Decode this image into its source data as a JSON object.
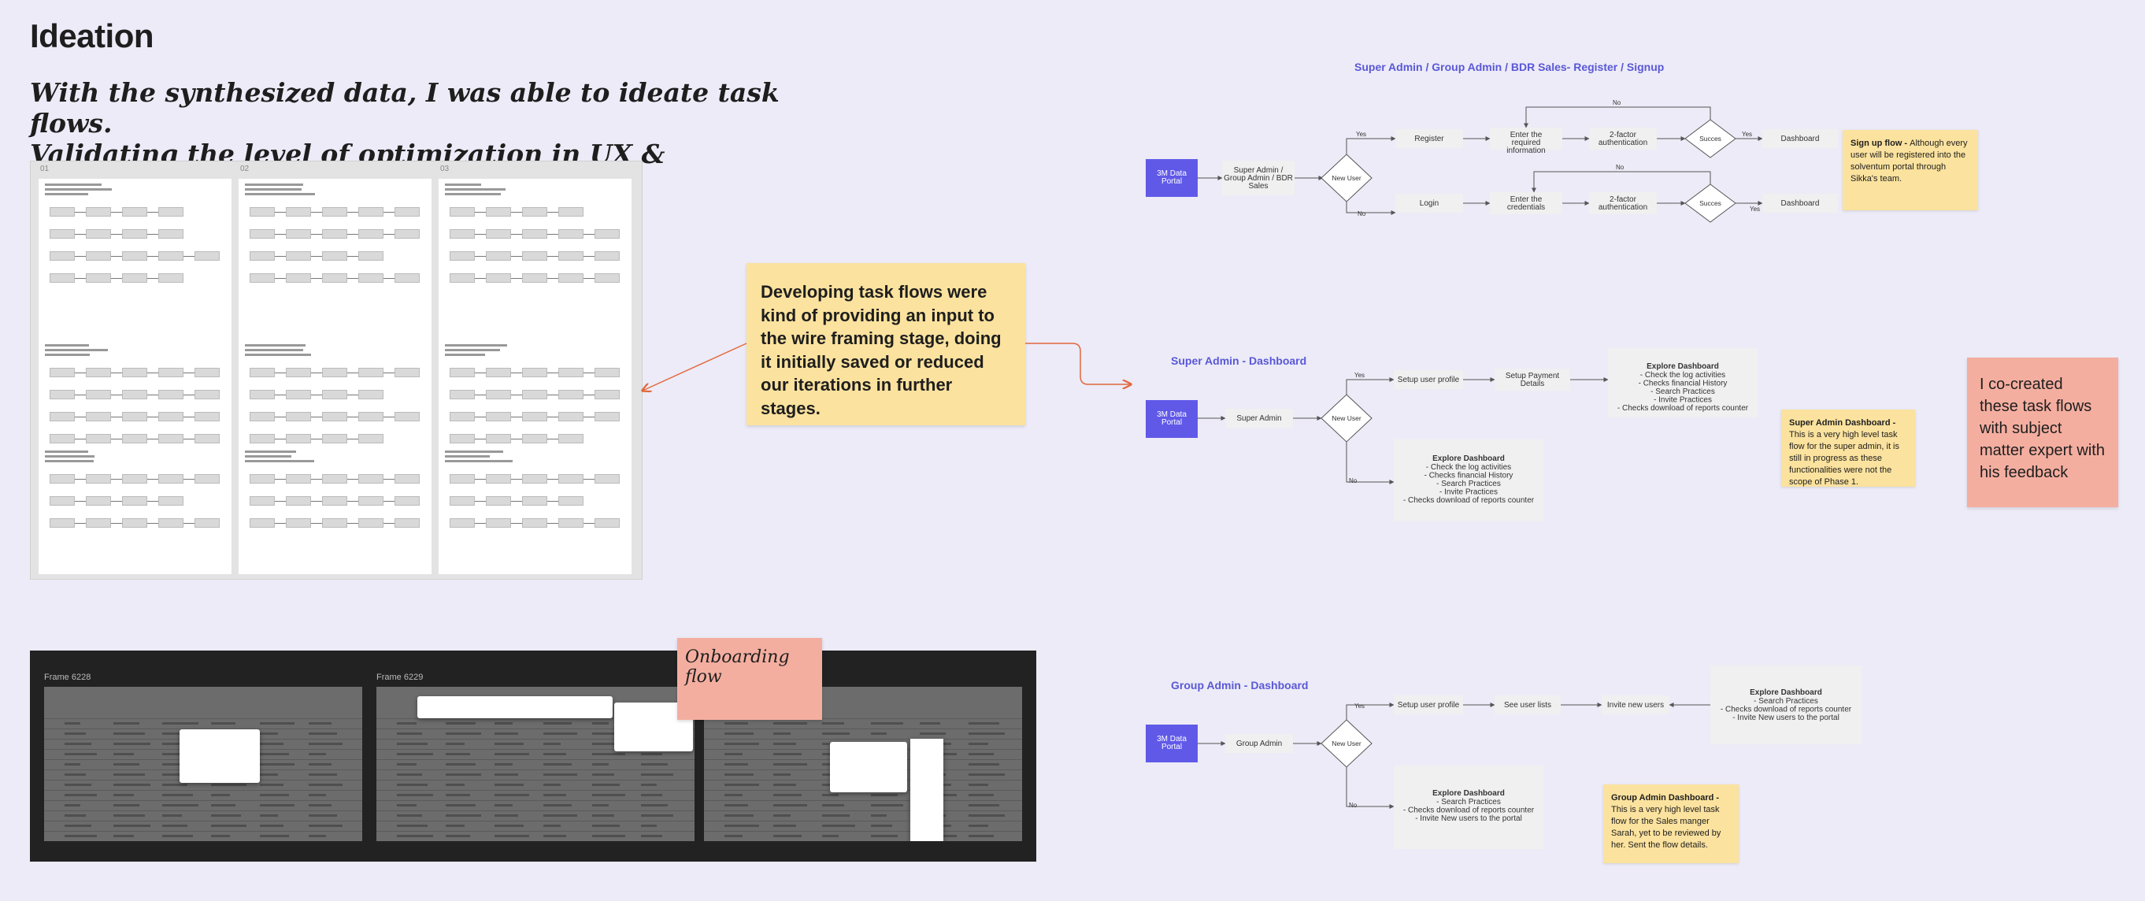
{
  "title": "Ideation",
  "subtitle_line1": "With the synthesized data, I was able to ideate task flows.",
  "subtitle_line2": "Validating the level of optimization in UX & navigation",
  "thumbnails": {
    "labels": [
      "01",
      "02",
      "03"
    ]
  },
  "note_task_flows": "Developing task flows were kind of providing an input to the wire framing stage, doing it initially saved or reduced our iterations in further stages.",
  "note_cocreated": "I co-created these task flows with subject matter expert with his feedback",
  "note_onboarding": "Onboarding flow",
  "frames": {
    "labels": [
      "Frame 6228",
      "Frame 6229"
    ]
  },
  "flow1": {
    "title": "Super Admin / Group Admin / BDR Sales- Register / Signup",
    "portal": "3M Data Portal",
    "role": "Super Admin / Group Admin / BDR Sales",
    "decision": "New User",
    "yes": "Yes",
    "no": "No",
    "register": "Register",
    "enter_info": "Enter the required information",
    "twofa": "2-factor authentication",
    "success": "Succes",
    "dashboard": "Dashboard",
    "login": "Login",
    "enter_creds": "Enter the credentials",
    "note_bold": "Sign up flow - ",
    "note_text": "Although every user will be registered into the solventum portal through Sikka's team."
  },
  "flow2": {
    "title": "Super Admin - Dashboard",
    "portal": "3M Data Portal",
    "role": "Super Admin",
    "decision": "New User",
    "yes": "Yes",
    "no": "No",
    "setup_profile": "Setup user profile",
    "setup_payment": "Setup Payment Details",
    "explore_title": "Explore Dashboard",
    "explore_items_yes": [
      "- Check the log activities",
      "- Checks financial History",
      "- Search Practices",
      "- Invite Practices",
      "- Checks download of reports counter"
    ],
    "explore_items_no": [
      "- Check the log activities",
      "- Checks financial History",
      "- Search Practices",
      "- Invite Practices",
      "- Checks download of reports counter"
    ],
    "note_bold": "Super Admin Dashboard - ",
    "note_text": "This is a very high level task flow for the super admin, it is still in progress as these functionalities were not the scope of Phase 1."
  },
  "flow3": {
    "title": "Group Admin - Dashboard",
    "portal": "3M Data Portal",
    "role": "Group Admin",
    "decision": "New User",
    "yes": "Yes",
    "no": "No",
    "setup_profile": "Setup user profile",
    "see_lists": "See user lists",
    "invite": "Invite new users",
    "explore_title": "Explore Dashboard",
    "explore_items_yes": [
      "- Search Practices",
      "- Checks download of reports counter",
      "- Invite New users to the portal"
    ],
    "explore_items_no": [
      "- Search Practices",
      "- Checks download of reports counter",
      "- Invite New users to the portal"
    ],
    "note_bold": "Group Admin Dashboard - ",
    "note_text": "This is a very high level task flow for the Sales manger Sarah, yet to be reviewed by her. Sent the flow details."
  },
  "colors": {
    "background": "#ecebf7",
    "portal": "#6059e8",
    "sticky_yellow": "#fbe29e",
    "sticky_pink": "#f4aea0",
    "connector": "#e2683d",
    "flow_title": "#5a58d6"
  }
}
